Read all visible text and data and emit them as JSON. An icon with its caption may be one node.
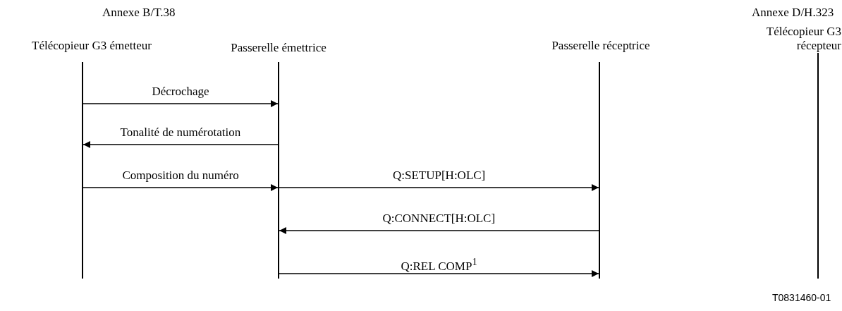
{
  "diagram": {
    "nodes": [
      {
        "text": [
          "Télécopieur G3 émetteur"
        ]
      },
      {
        "text": [
          "Passerelle émettrice"
        ]
      },
      {
        "text": [
          "Passerelle réceptrice"
        ]
      },
      {
        "text": [
          "Télécopieur G3 récepteur"
        ]
      }
    ],
    "edges": [
      {
        "from": 0,
        "to": 1,
        "arrow": "to",
        "label": "Décrochage"
      },
      {
        "from": 1,
        "to": 0,
        "arrow": "to",
        "label": "Tonalité de numérotation"
      },
      {
        "from": 0,
        "to": 1,
        "arrow": "to",
        "label": "Composition du numéro"
      },
      {
        "from": 1,
        "to": 2,
        "arrow": "to",
        "label": "Q:SETUP[H:OLC]"
      },
      {
        "from": 2,
        "to": 1,
        "arrow": "to",
        "label": "Q:CONNECT[H:OLC]"
      },
      {
        "from": 1,
        "to": 2,
        "arrow": "to",
        "label": "Q:REL COMP$^{1}$"
      }
    ],
    "labels": [
      "Annexe B/T.38",
      "Annexe D/H.323",
      "T0831460-01"
    ]
  }
}
